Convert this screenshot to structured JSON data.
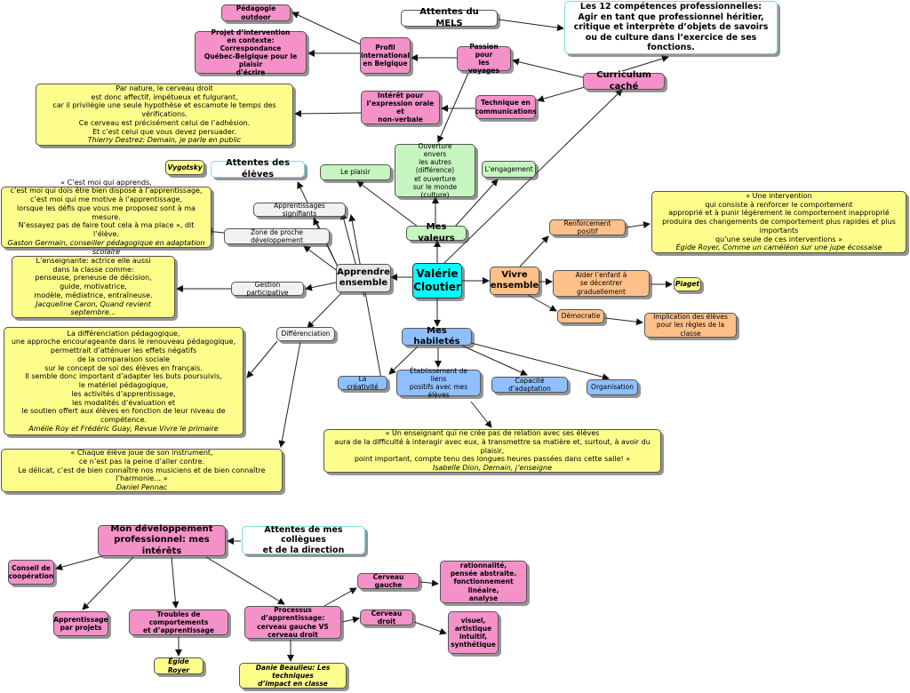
{
  "center": "Valérie\nCloutier",
  "main_branches": {
    "apprendre": "Apprendre\nensemble",
    "valeurs": "Mes valeurs",
    "vivre": "Vivre\nensemble",
    "habiletes": "Mes habiletés",
    "curriculum": "Curriculum caché",
    "attentes_eleves": "Attentes des élèves",
    "attentes_mels": "Attentes du MELS",
    "competences": "Les 12 compétences professionnelles:\nAgir en tant que professionnel héritier,\ncritique et interprète d’objets de savoirs\nou de culture dans l’exercice de ses fonctions."
  },
  "curriculum_nodes": {
    "passion": "Passion pour\nles voyages",
    "technique": "Technique en\ncommunications",
    "profil": "Profil\ninternational\nen Belgique",
    "interet": "Intérêt pour\nl’expression orale et\nnon-verbale",
    "pedagogie_outdoor": "Pédagogie outdoor",
    "projet": "Projet d’intervention\nen contexte: Correspondance\nQuébec-Belgique pour le plaisir\nd’écrire",
    "quote_destrez": "Par nature, le cerveau droit\nest donc affectif, impétueux et fulgurant,\ncar il privilégie une seule hypothèse et escamote le temps des vérifications.\nCe cerveau est précisément celui de l’adhésion.\nEt c’est celui que vous devez persuader.",
    "quote_destrez_author": "Thierry Destrez: Demain, je parle en public"
  },
  "valeurs_nodes": {
    "ouverture": "Ouverture\nenvers\nles autres (différence)\net ouverture\nsur le monde (culture)",
    "plaisir": "Le plaisir",
    "engagement": "L’engagement"
  },
  "apprendre_nodes": {
    "vygotsky": "Vygotsky",
    "apprentissages": "Apprentissages signifiants",
    "zone": "Zone de proche développement",
    "gestion": "Gestion participative",
    "differenciation": "Différenciation",
    "quote_germain": "« C’est moi qui apprends,\nc’est moi qui dois être bien disposé à l’apprentissage,\nc’est moi qui me motive à l’apprentissage,\nlorsque les défis que vous me proposez sont à ma mesure.\nN’essayez pas de faire tout cela à ma place », dit l’élève.",
    "quote_germain_author": "Gaston Germain, conseiller pédagogique en adaptation scolaire",
    "quote_caron": "L’enseignante: actrice elle aussi\ndans la classe comme:\npenseuse, preneuse de décision,\nguide, motivatrice,\nmodèle, médiatrice, entraîneuse.",
    "quote_caron_author": "Jacqueline Caron, Quand revient septembre...",
    "quote_roy": "La différenciation pédagogique,\nune approche encourageante dans le renouveau pédagogique,\npermettrait d’atténuer les effets négatifs\nde la comparaison sociale\nsur le concept de soi des élèves en français.\nIl semble donc important d’adapter les buts poursuivis,\nle matériel pédagogique,\nles activités d’apprentissage,\nles modalités d’évaluation et\nle soutien offert aux élèves en fonction de leur niveau de compétence.",
    "quote_roy_author": "Amélie Roy et Frédéric Guay, Revue Vivre le primaire",
    "quote_pennac": "« Chaque élève joue de son instrument,\nce n’est pas la peine d’aller contre.\nLe délicat, c’est de bien connaître nos musiciens et de bien connaître l’harmonie… »",
    "quote_pennac_author": "Daniel Pennac"
  },
  "vivre_nodes": {
    "renforcement": "Renforcement positif",
    "aider": "Aider l’enfant à\nse décentrer graduellement",
    "piaget": "Piaget",
    "democratie": "Démocratie",
    "implication": "Implication des élèves\npour les règles de la classe",
    "quote_royer": "« Une intervention\nqui consiste à renforcer le comportement\napproprié et à punir légèrement le comportement inapproprié\nproduira des changements de comportement plus rapides et plus importants\nqu’une seule de ces interventions »",
    "quote_royer_author": "Égide Royer, Comme un caméléon sur une jupe écossaise"
  },
  "habiletes_nodes": {
    "creativite": "La créativité",
    "etablissement": "Établissement de liens\npositifs avec mes élèves",
    "capacite": "Capacité d’adaptation",
    "organisation": "Organisation",
    "quote_dion": "« Un enseignant qui ne crée pas de relation avec ses élèves\naura de la difficulté à interagir avec eux, à transmettre sa matière et, surtout, à avoir du plaisir,\npoint important, compte tenu des longues heures passées dans cette salle! »",
    "quote_dion_author": "Isabelle Dion, Demain, j’enseigne"
  },
  "developpement": {
    "title": "Mon développement\nprofessionnel: mes intérêts",
    "attentes_collegues": "Attentes de mes collègues\net de la direction",
    "conseil": "Conseil de\ncoopération",
    "apprentissage_projets": "Apprentissage\npar projets",
    "troubles": "Troubles de comportements\net d’apprentissage",
    "egide": "Égide Royer",
    "processus": "Processus d’apprentissage:\ncerveau gauche VS\ncerveau droit",
    "beaulieu": "Danie Beaulieu: Les techniques\nd’impact en classe",
    "cerveau_gauche": "Cerveau gauche",
    "gauche_desc": "rationnalité,\npensée abstraite.\nfonctionnement linéaire,\nanalyse",
    "cerveau_droit": "Cerveau droit",
    "droit_desc": "visuel,\nartistique\nintuitif,\nsynthétique"
  },
  "colors": {
    "pink": "#f391c8",
    "yellow": "#fdfd8c",
    "cyan": "#00ffff",
    "green": "#c6f5c0",
    "orange": "#ffc08a",
    "blue": "#8fbfff",
    "gray": "#e6e6e6"
  }
}
